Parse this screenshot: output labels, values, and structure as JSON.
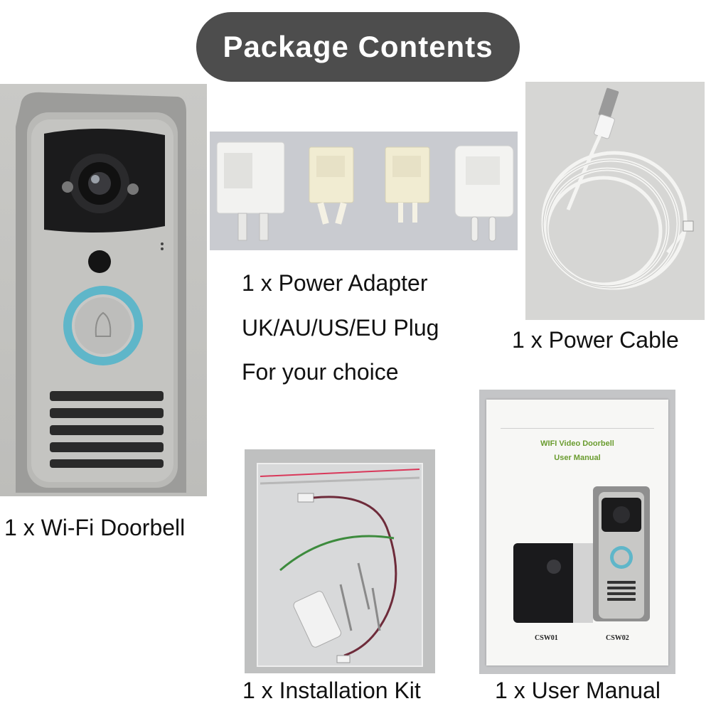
{
  "header": {
    "title": "Package Contents"
  },
  "items": {
    "doorbell": {
      "caption": "1 x Wi-Fi Doorbell"
    },
    "adapter": {
      "caption_lines": [
        "1 x Power Adapter",
        "UK/AU/US/EU Plug",
        "For your choice"
      ]
    },
    "cable": {
      "caption": "1 x Power Cable"
    },
    "kit": {
      "caption": "1 x Installation Kit"
    },
    "manual": {
      "caption": "1 x User Manual",
      "cover_title_1": "WIFI Video Doorbell",
      "cover_title_2": "User Manual",
      "model_left": "CSW01",
      "model_right": "CSW02"
    }
  },
  "colors": {
    "title_pill": "#4d4d4d",
    "doorbell_ring": "#5fb6c9",
    "manual_title": "#6a9c2f"
  }
}
